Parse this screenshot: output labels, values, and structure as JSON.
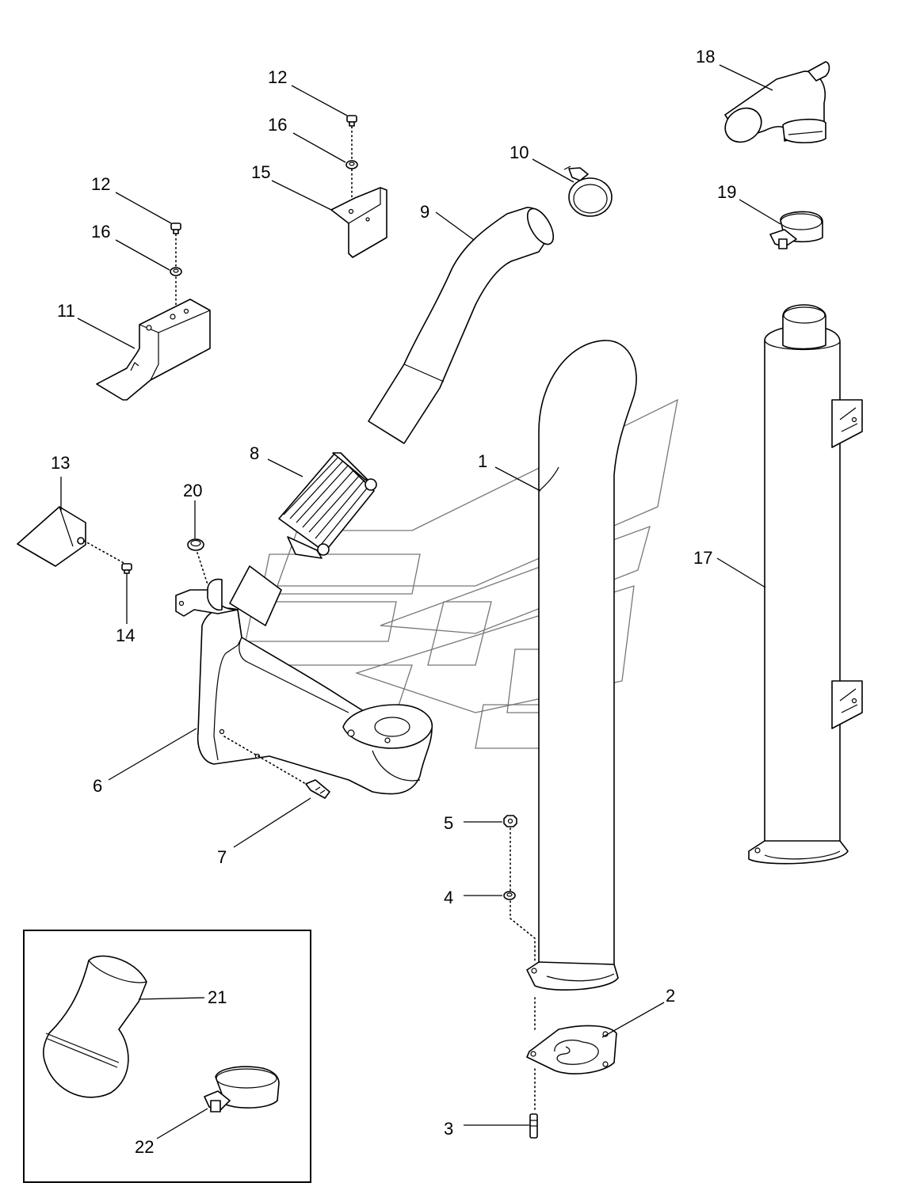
{
  "callouts": {
    "c1": "1",
    "c2": "2",
    "c3": "3",
    "c4": "4",
    "c5": "5",
    "c6": "6",
    "c7": "7",
    "c8": "8",
    "c9": "9",
    "c10": "10",
    "c11": "11",
    "c12a": "12",
    "c12b": "12",
    "c13": "13",
    "c14": "14",
    "c15": "15",
    "c16a": "16",
    "c16b": "16",
    "c17": "17",
    "c18": "18",
    "c19": "19",
    "c20": "20",
    "c21": "21",
    "c22": "22"
  },
  "colors": {
    "line": "#000000",
    "background": "#ffffff",
    "watermark": "#777777"
  }
}
